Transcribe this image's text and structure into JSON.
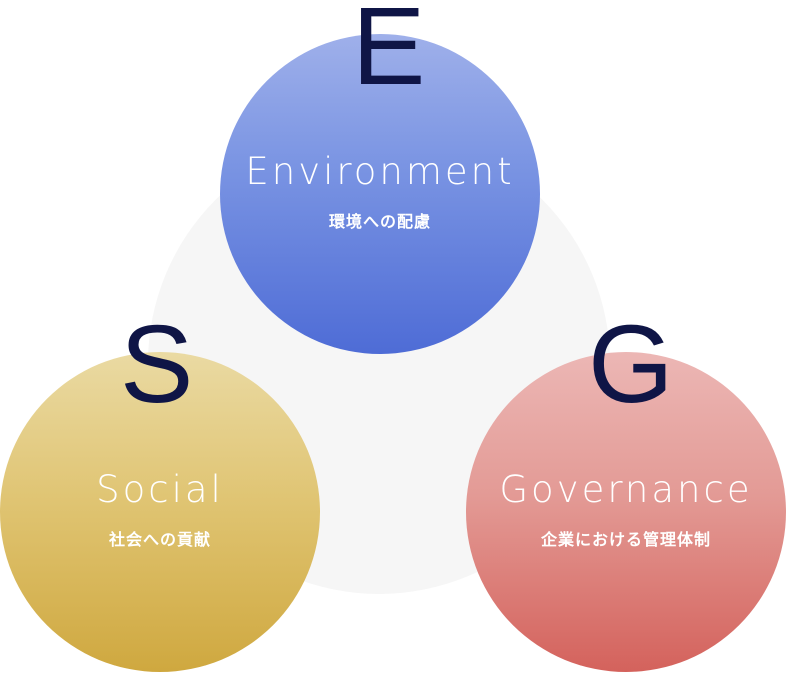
{
  "pillars": [
    {
      "letter": "E",
      "title": "Environment",
      "subtitle": "環境への配慮",
      "color": "#6882dd"
    },
    {
      "letter": "S",
      "title": "Social",
      "subtitle": "社会への貢献",
      "color": "#dcbb62"
    },
    {
      "letter": "G",
      "title": "Governance",
      "subtitle": "企業における管理体制",
      "color": "#df8783"
    }
  ],
  "colors": {
    "letter": "#0f1546",
    "background_circle": "#f6f6f6"
  }
}
